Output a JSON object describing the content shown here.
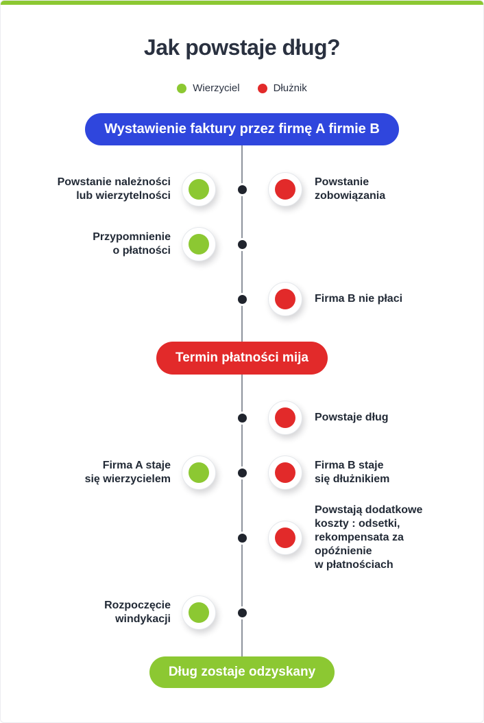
{
  "page": {
    "title": "Jak powstaje dług?"
  },
  "colors": {
    "green": "#8cc832",
    "red": "#e22a2a",
    "blue": "#2f46dd",
    "line": "#8d939c",
    "node": "#20242d"
  },
  "legend": {
    "items": [
      {
        "label": "Wierzyciel",
        "color": "#8cc832"
      },
      {
        "label": "Dłużnik",
        "color": "#e22a2a"
      }
    ]
  },
  "banners": {
    "top": {
      "label": "Wystawienie faktury przez firmę A firmie B",
      "color": "#2f46dd"
    },
    "middle": {
      "label": "Termin płatności mija",
      "color": "#e22a2a"
    },
    "bottom": {
      "label": "Dług zostaje odzyskany",
      "color": "#8cc832"
    }
  },
  "timeline": {
    "rows": [
      {
        "left": "Powstanie należności\nlub wierzytelności",
        "right": "Powstanie\nzobowiązania"
      },
      {
        "left": "Przypomnienie\no płatności"
      },
      {
        "right": "Firma B nie płaci"
      },
      {
        "right": "Powstaje dług"
      },
      {
        "left": "Firma A staje\nsię wierzycielem",
        "right": "Firma B staje\nsię dłużnikiem"
      },
      {
        "right": "Powstają dodatkowe\nkoszty : odsetki,\nrekompensata za\nopóźnienie\nw płatnościach"
      },
      {
        "left": "Rozpoczęcie\nwindykacji"
      }
    ]
  }
}
